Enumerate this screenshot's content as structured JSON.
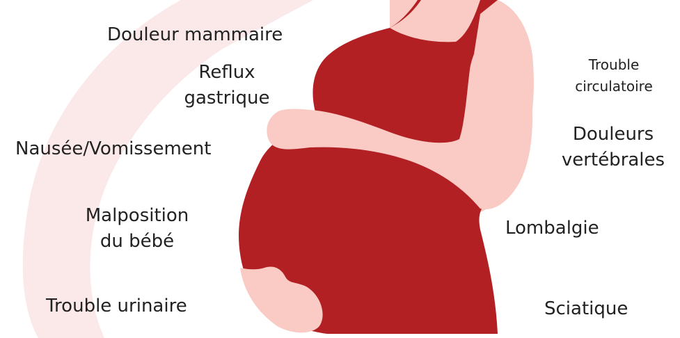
{
  "colors": {
    "dress": "#b32024",
    "skin": "#f9cbc4",
    "background_arc": "#fbe9ea",
    "text": "#222222"
  },
  "labels": {
    "douleur_mammaire": "Douleur mammaire",
    "reflux_line1": "Reflux",
    "reflux_line2": "gastrique",
    "nausee": "Nausée/Vomissement",
    "malposition_line1": "Malposition",
    "malposition_line2": "du bébé",
    "trouble_urinaire": "Trouble urinaire",
    "trouble_circulatoire_line1": "Trouble",
    "trouble_circulatoire_line2": "circulatoire",
    "douleurs_vertebrales_line1": "Douleurs",
    "douleurs_vertebrales_line2": "vertébrales",
    "lombalgie": "Lombalgie",
    "sciatique": "Sciatique"
  }
}
